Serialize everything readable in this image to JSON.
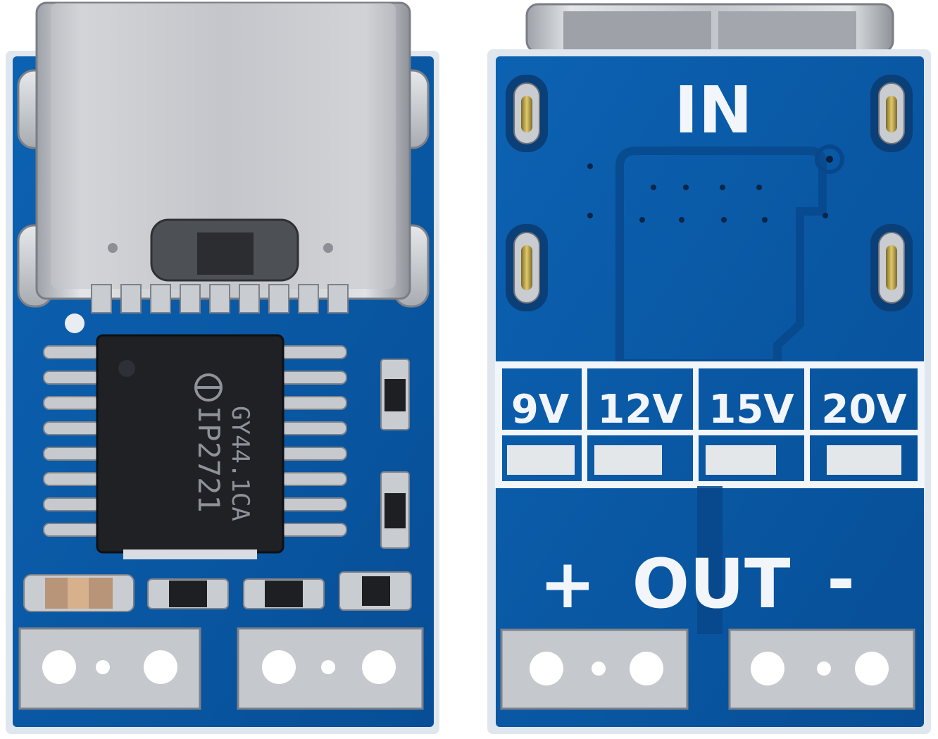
{
  "colors": {
    "background": "#ffffff",
    "pcb_blue": "#0a5aa6",
    "pcb_blue_dark": "#08478a",
    "silkscreen": "#f2f6fa",
    "metal": "#c9cbcf",
    "ic_body": "#202226"
  },
  "front_board": {
    "connector": "usb-c-receptacle",
    "chip": {
      "marking_line1": "IP2721",
      "marking_line2": "GY44.1CA",
      "logo": "injoinic-logo"
    }
  },
  "back_board": {
    "in_label": "IN",
    "voltage_options": [
      "9V",
      "12V",
      "15V",
      "20V"
    ],
    "output": {
      "plus": "+",
      "label": "OUT",
      "minus": "-"
    }
  }
}
